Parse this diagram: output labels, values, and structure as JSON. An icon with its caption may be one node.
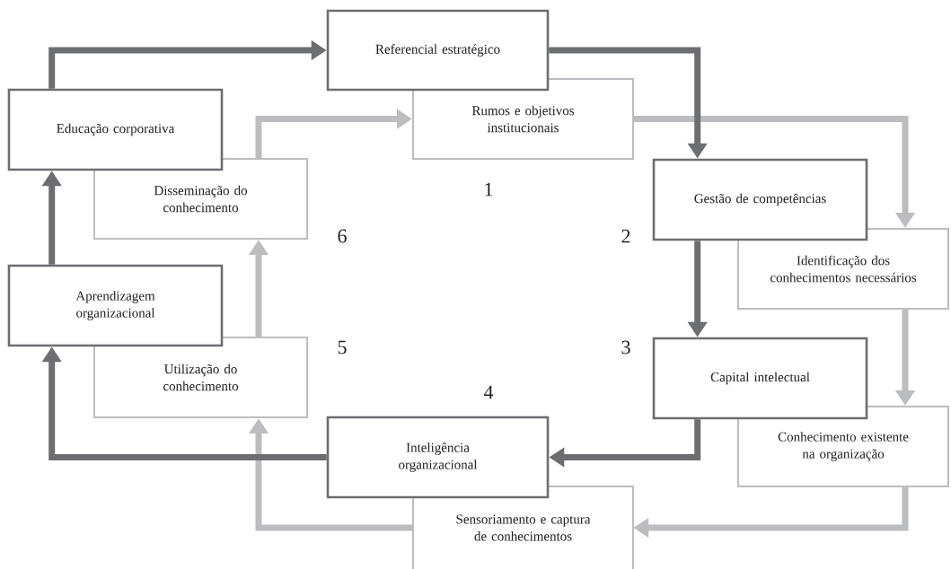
{
  "diagram": {
    "nodes": [
      {
        "text": [
          "Referencial estratégico"
        ]
      },
      {
        "text": [
          "Rumos e objetivos institucionais"
        ]
      },
      {
        "text": [
          "Educação corporativa"
        ]
      },
      {
        "text": [
          "Disseminação do conhecimento"
        ]
      },
      {
        "text": [
          "Gestão de competências"
        ]
      },
      {
        "text": [
          "Identificação dos conhecimentos necessários"
        ]
      },
      {
        "text": [
          "Aprendizagem organizacional"
        ]
      },
      {
        "text": [
          "Utilização do conhecimento"
        ]
      },
      {
        "text": [
          "Capital intelectual"
        ]
      },
      {
        "text": [
          "Conhecimento existente na organização"
        ]
      },
      {
        "text": [
          "Inteligência organizacional"
        ]
      },
      {
        "text": [
          "Sensoriamento e captura de conhecimentos"
        ]
      }
    ],
    "edges": [
      {
        "from": 2,
        "to": 0,
        "arrow": "to"
      },
      {
        "from": 0,
        "to": 4,
        "arrow": "to"
      },
      {
        "from": 4,
        "to": 8,
        "arrow": "to"
      },
      {
        "from": 8,
        "to": 10,
        "arrow": "to"
      },
      {
        "from": 10,
        "to": 6,
        "arrow": "to"
      },
      {
        "from": 6,
        "to": 2,
        "arrow": "to"
      },
      {
        "from": 3,
        "to": 1,
        "arrow": "to",
        "color": "#bcbdc0"
      },
      {
        "from": 1,
        "to": 5,
        "arrow": "to",
        "color": "#bcbdc0"
      },
      {
        "from": 5,
        "to": 9,
        "arrow": "to",
        "color": "#bcbdc0"
      },
      {
        "from": 9,
        "to": 11,
        "arrow": "to",
        "color": "#bcbdc0"
      },
      {
        "from": 11,
        "to": 7,
        "arrow": "to",
        "color": "#bcbdc0"
      },
      {
        "from": 7,
        "to": 3,
        "arrow": "to",
        "color": "#bcbdc0"
      }
    ],
    "labels": [
      "1",
      "6",
      "2",
      "5",
      "3",
      "4"
    ]
  }
}
